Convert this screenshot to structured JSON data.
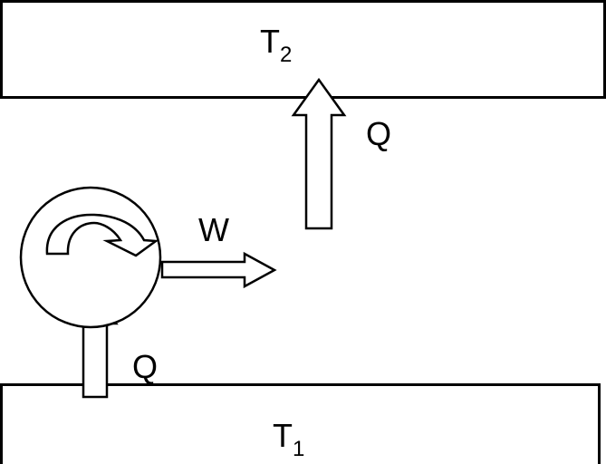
{
  "hot_reservoir": {
    "label": "T",
    "subscript": "2"
  },
  "cold_reservoir": {
    "label": "T",
    "subscript": "1"
  },
  "heat_out_label": "Q",
  "heat_in_label": "Q",
  "work_label": "W"
}
